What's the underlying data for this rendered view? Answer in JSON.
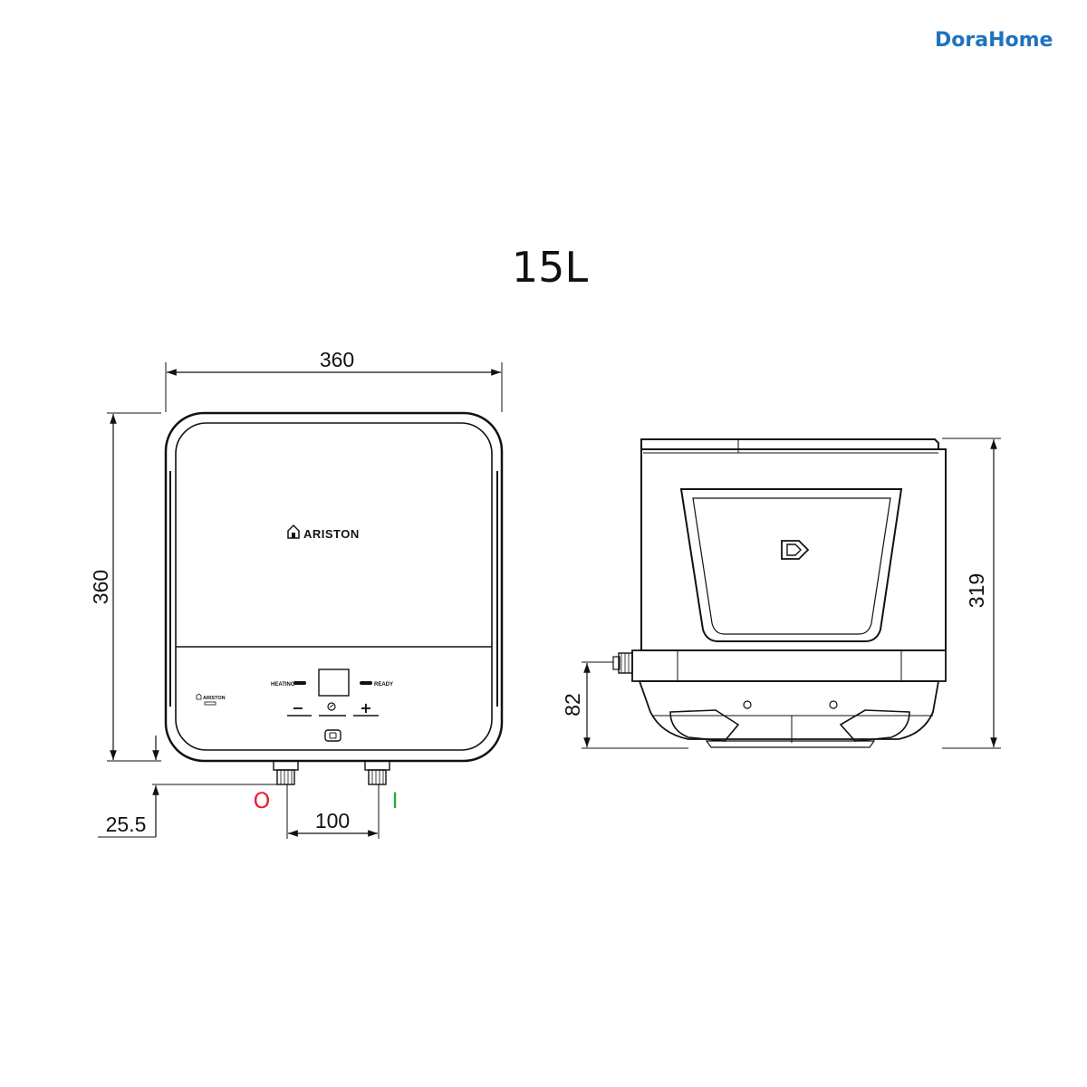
{
  "brand": {
    "name": "DoraHome",
    "color": "#1e73be"
  },
  "title": "15L",
  "front_view": {
    "logo": "ARISTON",
    "mini_logo": "ARISTON",
    "display_labels": {
      "heating": "HEATING",
      "ready": "READY"
    },
    "buttons": {
      "minus": "−",
      "plus": "+"
    },
    "outlet_label": "O",
    "inlet_label": "I",
    "outlet_color": "#e8202a",
    "inlet_color": "#2eaa3a"
  },
  "dimensions": {
    "width": "360",
    "height": "360",
    "pipe_spacing": "100",
    "pipe_length": "25.5",
    "side_height": "319",
    "side_pipe_height": "82"
  }
}
